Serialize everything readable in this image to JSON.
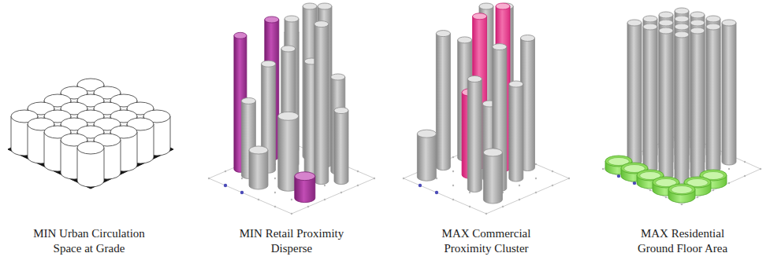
{
  "diagram": {
    "labels": [
      "MIN Urban Circulation Space at Grade",
      "MIN Retail Proximity Disperse",
      "MAX Commercial Proximity Cluster",
      "MAX Residential Ground Floor Area"
    ]
  }
}
